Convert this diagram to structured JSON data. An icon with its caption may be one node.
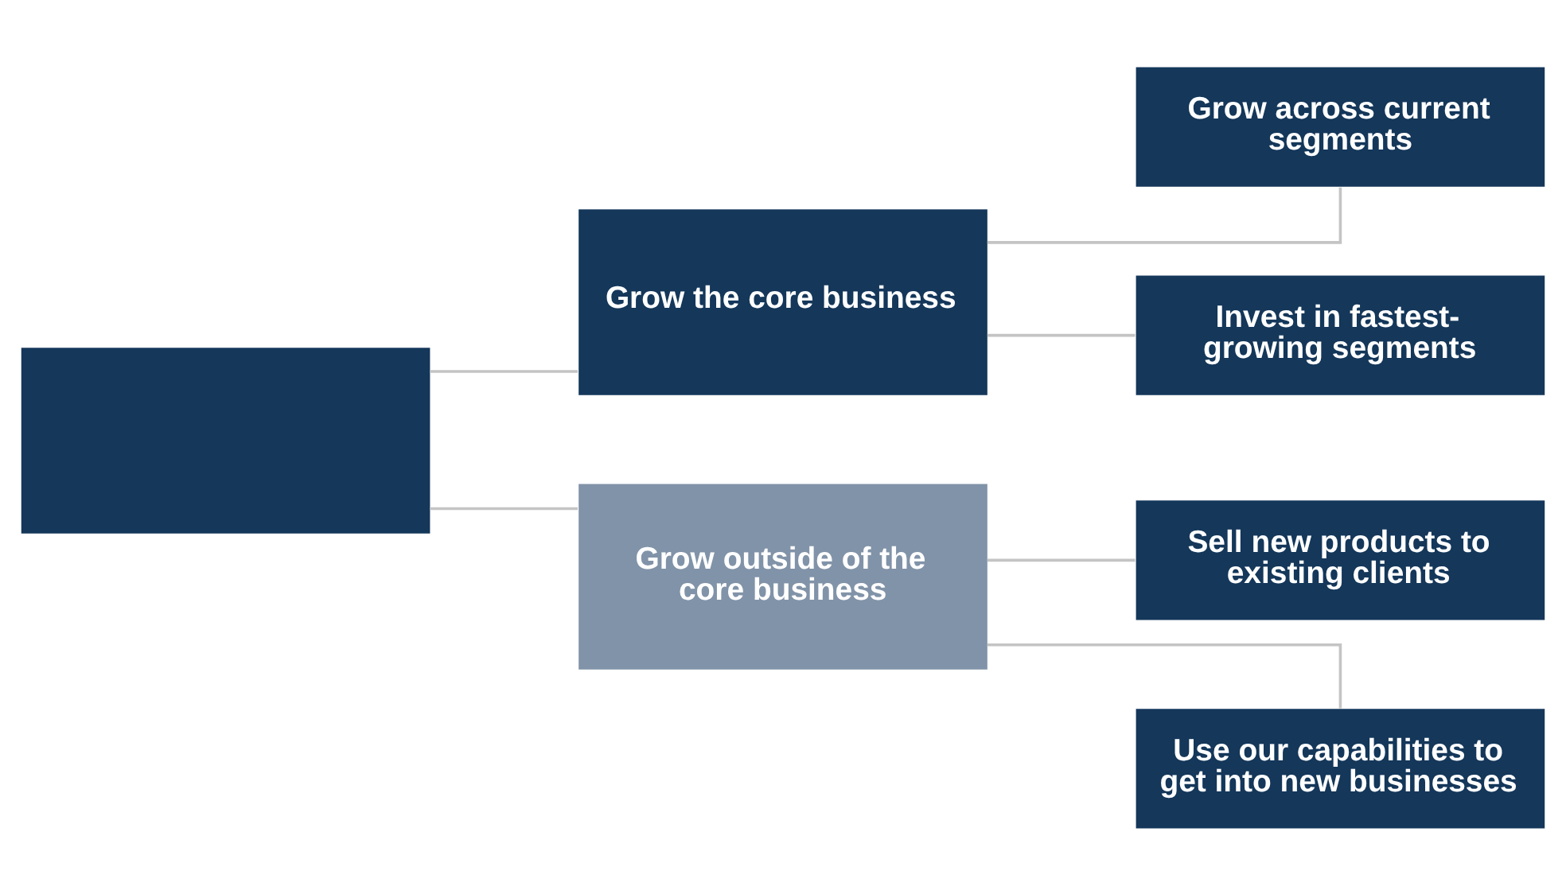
{
  "diagram": {
    "nodes": [
      {
        "text": [],
        "shape": "box"
      },
      {
        "text": [
          "Grow the core business"
        ]
      },
      {
        "text": [
          "Grow outside of the core business"
        ]
      },
      {
        "text": [
          "Grow across current segments"
        ]
      },
      {
        "text": [
          "Invest in fastest-growing segments"
        ]
      },
      {
        "text": [
          "Sell new products to existing clients"
        ]
      },
      {
        "text": [
          "Use our capabilities to get into new businesses"
        ]
      }
    ],
    "edges": [
      {
        "from": 0,
        "to": 1,
        "arrow": "none"
      },
      {
        "from": 0,
        "to": 2,
        "arrow": "none"
      },
      {
        "from": 1,
        "to": 3,
        "arrow": "none"
      },
      {
        "from": 1,
        "to": 4,
        "arrow": "none"
      },
      {
        "from": 2,
        "to": 5,
        "arrow": "none"
      },
      {
        "from": 2,
        "to": 6,
        "arrow": "none"
      }
    ]
  }
}
